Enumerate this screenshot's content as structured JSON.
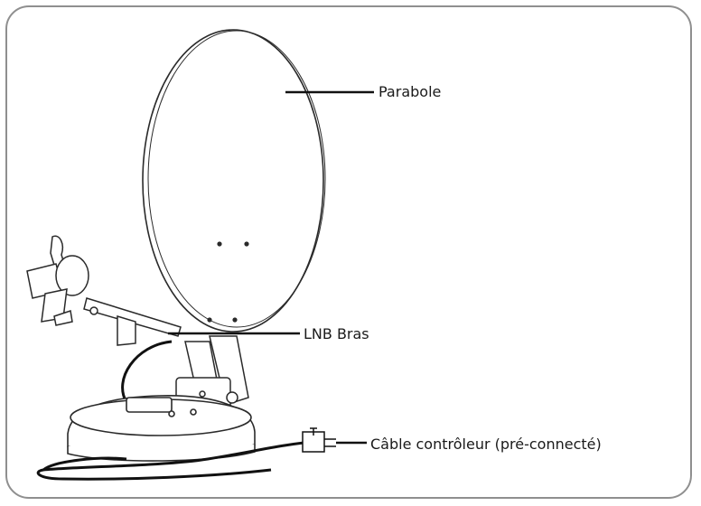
{
  "labels": {
    "dish": "Parabole",
    "lnb_arm": "LNB Bras",
    "controller_cable": "Câble contrôleur (pré-connecté)"
  },
  "colors": {
    "stroke": "#2a2a2a",
    "frame": "#8f8f8f",
    "text": "#1a1a1a",
    "cable": "#111111"
  }
}
